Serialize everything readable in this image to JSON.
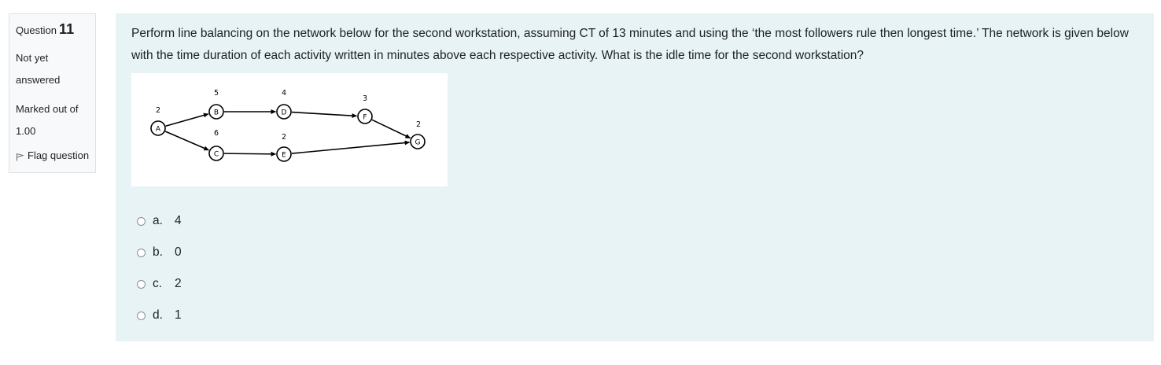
{
  "info": {
    "question_label": "Question",
    "question_number": "11",
    "status_line1": "Not yet",
    "status_line2": "answered",
    "marked_line1": "Marked out of",
    "marked_line2": "1.00",
    "flag_label": "Flag question"
  },
  "question": {
    "text": "Perform line balancing on the network below for the second workstation, assuming CT of 13 minutes and using the ‘the most followers rule then longest time.’  The network is given below with the time duration of each activity written in minutes above each respective activity. What is the idle time for the second workstation?"
  },
  "network": {
    "nodes": [
      {
        "id": "A",
        "time": "2"
      },
      {
        "id": "B",
        "time": "5"
      },
      {
        "id": "C",
        "time": "6"
      },
      {
        "id": "D",
        "time": "4"
      },
      {
        "id": "E",
        "time": "2"
      },
      {
        "id": "F",
        "time": "3"
      },
      {
        "id": "G",
        "time": "2"
      }
    ],
    "edges": [
      [
        "A",
        "B"
      ],
      [
        "A",
        "C"
      ],
      [
        "B",
        "D"
      ],
      [
        "C",
        "E"
      ],
      [
        "D",
        "F"
      ],
      [
        "F",
        "G"
      ],
      [
        "E",
        "G"
      ]
    ]
  },
  "answers": [
    {
      "letter": "a.",
      "value": "4"
    },
    {
      "letter": "b.",
      "value": "0"
    },
    {
      "letter": "c.",
      "value": "2"
    },
    {
      "letter": "d.",
      "value": "1"
    }
  ]
}
